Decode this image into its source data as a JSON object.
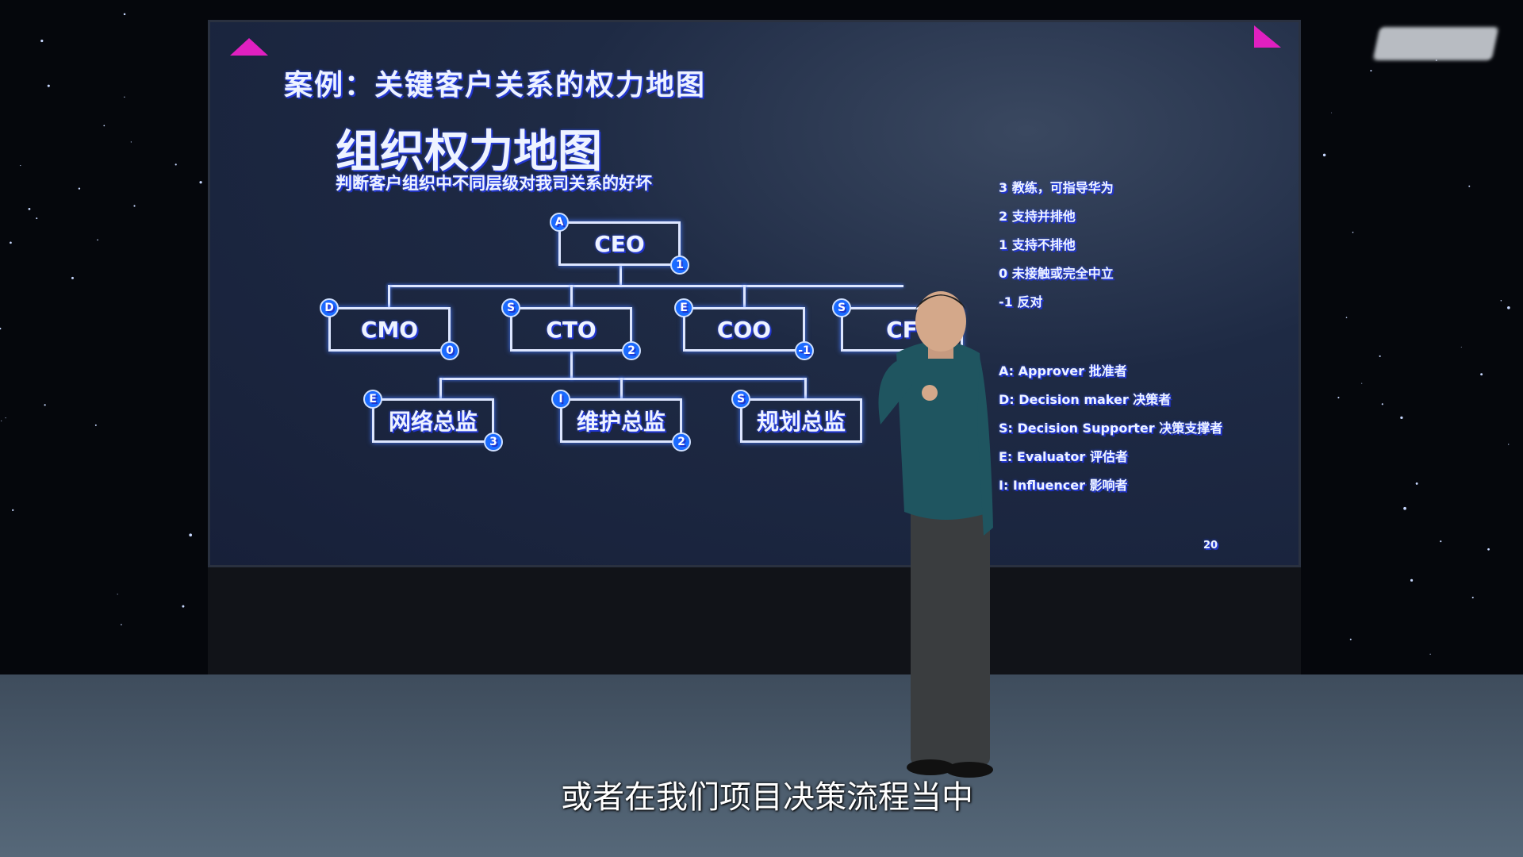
{
  "slide": {
    "header": "案例：关键客户关系的权力地图",
    "title": "组织权力地图",
    "subtitle": "判断客户组织中不同层级对我司关系的好坏",
    "org": [
      {
        "name": "CEO",
        "role": "A",
        "score": "1"
      },
      {
        "name": "CMO",
        "role": "D",
        "score": "0"
      },
      {
        "name": "CTO",
        "role": "S",
        "score": "2"
      },
      {
        "name": "COO",
        "role": "E",
        "score": "-1"
      },
      {
        "name": "CF",
        "role": "S",
        "score": ""
      },
      {
        "name": "网络总监",
        "role": "E",
        "score": "3"
      },
      {
        "name": "维护总监",
        "role": "I",
        "score": "2"
      },
      {
        "name": "规划总监",
        "role": "S",
        "score": ""
      }
    ],
    "score_legend": [
      "3 教练，可指导华为",
      "2 支持并排他",
      "1 支持不排他",
      "0 未接触或完全中立",
      "-1  反对"
    ],
    "role_legend": [
      "A: Approver 批准者",
      "D: Decision maker 决策者",
      "S: Decision Supporter 决策支撑者",
      "E: Evaluator 评估者",
      "I: Influencer 影响者"
    ],
    "page_number": "20"
  },
  "caption": "或者在我们项目决策流程当中",
  "colors": {
    "screen": "#1e2a44",
    "accent": "#1a6cff",
    "triangle": "#e020c0"
  }
}
